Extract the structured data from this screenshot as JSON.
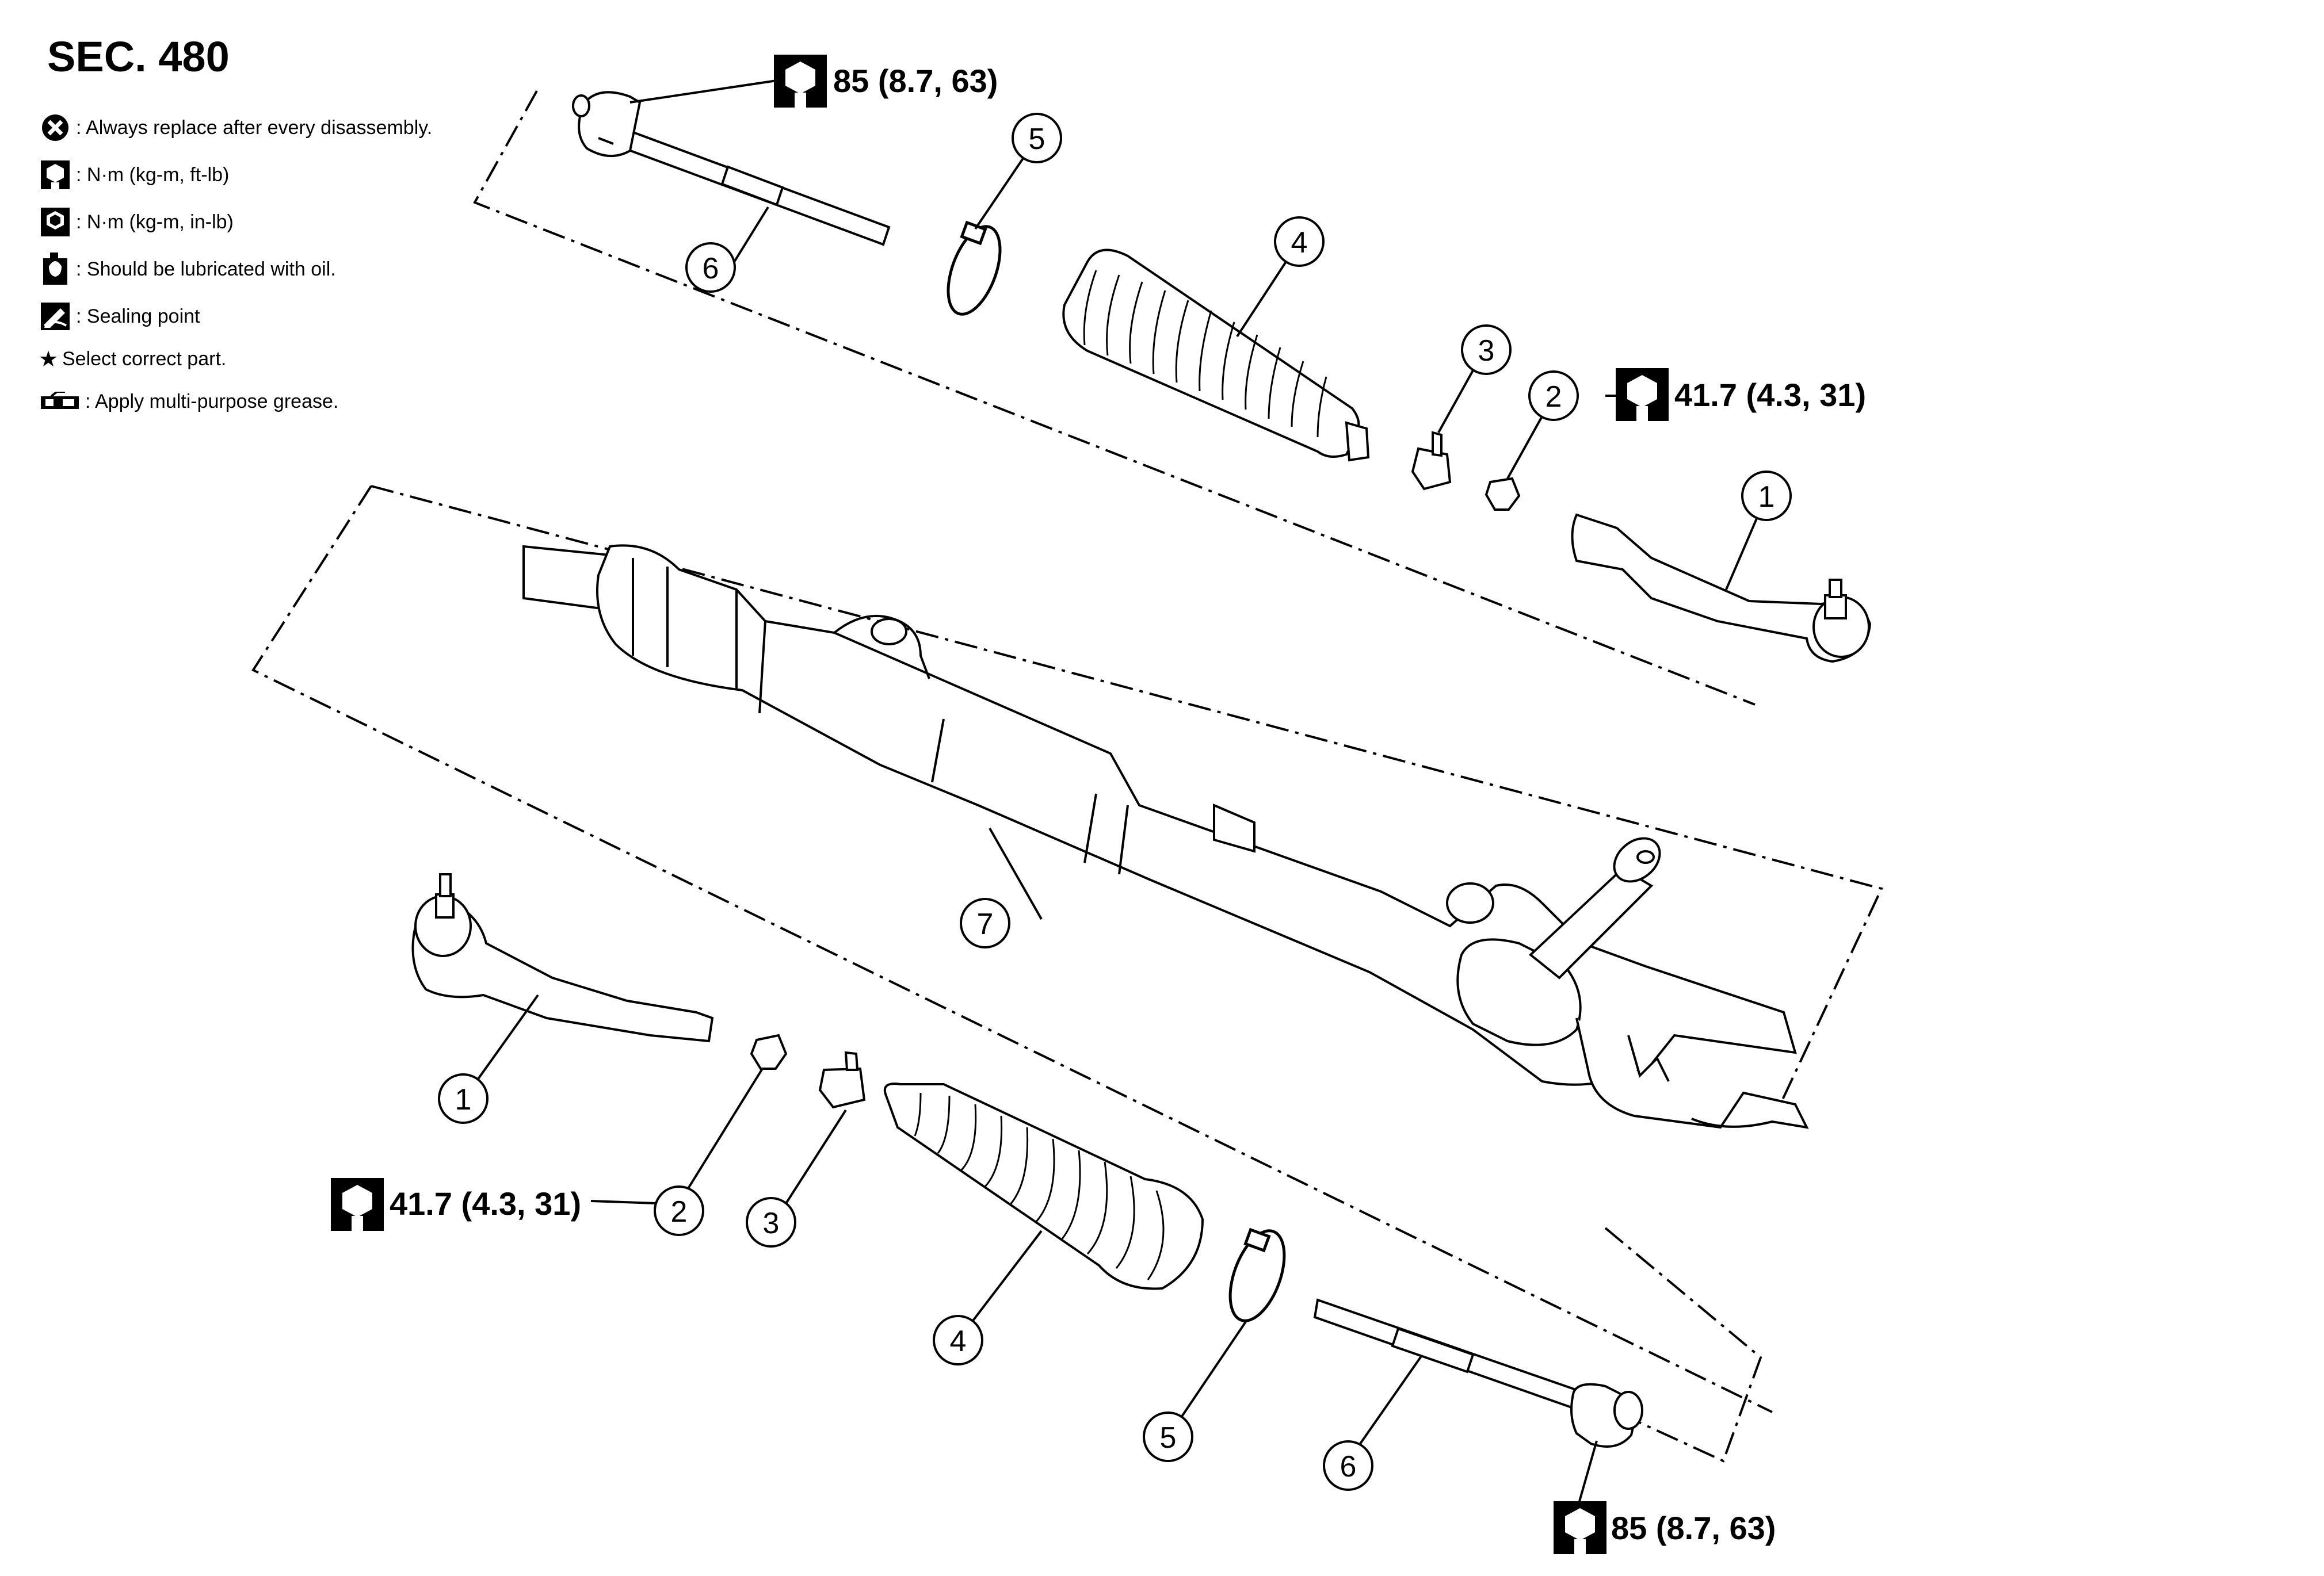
{
  "section": {
    "title": "SEC. 480"
  },
  "legend": [
    {
      "icon": "always-replace-icon",
      "text": ": Always replace after every disassembly."
    },
    {
      "icon": "torque-wrench-icon",
      "text": ": N·m (kg-m, ft-lb)"
    },
    {
      "icon": "torque-wrench-inlb-icon",
      "text": ": N·m (kg-m, in-lb)"
    },
    {
      "icon": "oil-can-icon",
      "text": ": Should be lubricated with oil."
    },
    {
      "icon": "sealing-point-icon",
      "text": ": Sealing point"
    },
    {
      "icon": "star-icon",
      "text": "Select correct part."
    },
    {
      "icon": "grease-gun-icon",
      "text": ": Apply multi-purpose grease."
    }
  ],
  "callouts": {
    "c1a": "1",
    "c1b": "1",
    "c2a": "2",
    "c2b": "2",
    "c3a": "3",
    "c3b": "3",
    "c4a": "4",
    "c4b": "4",
    "c5a": "5",
    "c5b": "5",
    "c6a": "6",
    "c6b": "6",
    "c7": "7"
  },
  "torques": {
    "inner_top": "85 (8.7, 63)",
    "nut_top": "41.7 (4.3, 31)",
    "nut_bottom": "41.7 (4.3, 31)",
    "inner_bottom": "85 (8.7, 63)"
  },
  "icons": {
    "wrench": "torque-wrench-icon",
    "star": "★"
  }
}
